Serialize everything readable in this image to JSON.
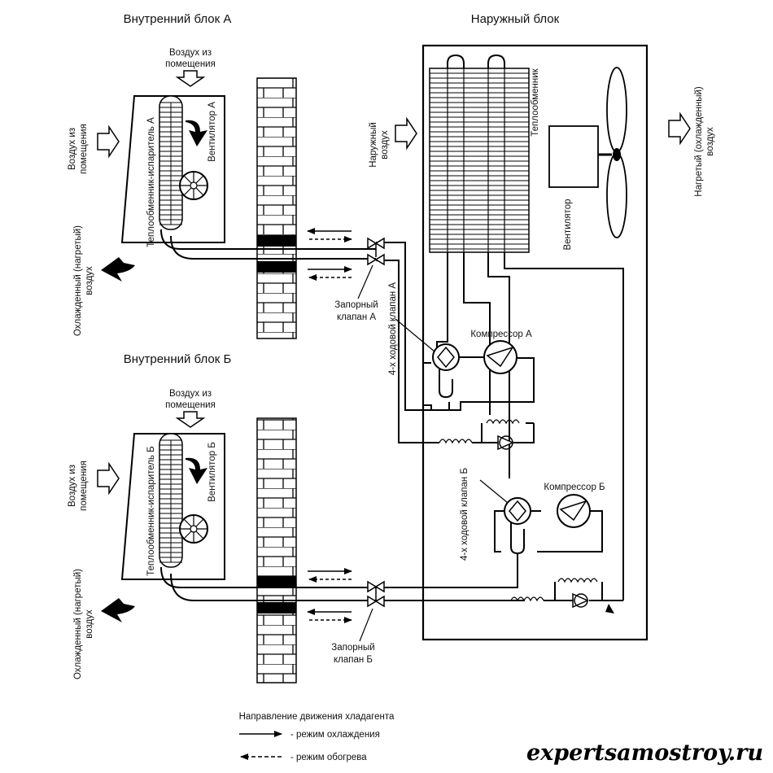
{
  "titles": {
    "indoor_a": "Внутренний блок А",
    "indoor_b": "Внутренний блок Б",
    "outdoor": "Наружный блок"
  },
  "indoor_a": {
    "air_in_top_1": "Воздух из",
    "air_in_top_2": "помещения",
    "air_in_side_1": "Воздух из",
    "air_in_side_2": "помещения",
    "evaporator": "Теплообменник-испаритель А",
    "fan": "Вентилятор А",
    "air_out_1": "Охлажденный (нагретый)",
    "air_out_2": "воздух"
  },
  "indoor_b": {
    "air_in_top_1": "Воздух из",
    "air_in_top_2": "помещения",
    "air_in_side_1": "Воздух из",
    "air_in_side_2": "помещения",
    "evaporator": "Теплообменник-испаритель Б",
    "fan": "Вентилятор Б",
    "air_out_1": "Охлажденный (нагретый)",
    "air_out_2": "воздух"
  },
  "outdoor": {
    "air_in_1": "Наружный",
    "air_in_2": "воздух",
    "heat_exchanger": "Теплообменник",
    "fan": "Вентилятор",
    "air_out_1": "Нагретый (охлажденный)",
    "air_out_2": "воздух",
    "compressor_a": "Компрессор А",
    "compressor_b": "Компрессор Б",
    "valve4_a": "4-х ходовой клапан А",
    "valve4_b": "4-х ходовой клапан Б"
  },
  "shutoff_a_1": "Запорный",
  "shutoff_a_2": "клапан А",
  "shutoff_b_1": "Запорный",
  "shutoff_b_2": "клапан Б",
  "legend": {
    "title": "Направление движения хладагента",
    "cooling": "- режим охлаждения",
    "heating": "- режим обогрева"
  },
  "watermark": "expertsamostroy.ru"
}
